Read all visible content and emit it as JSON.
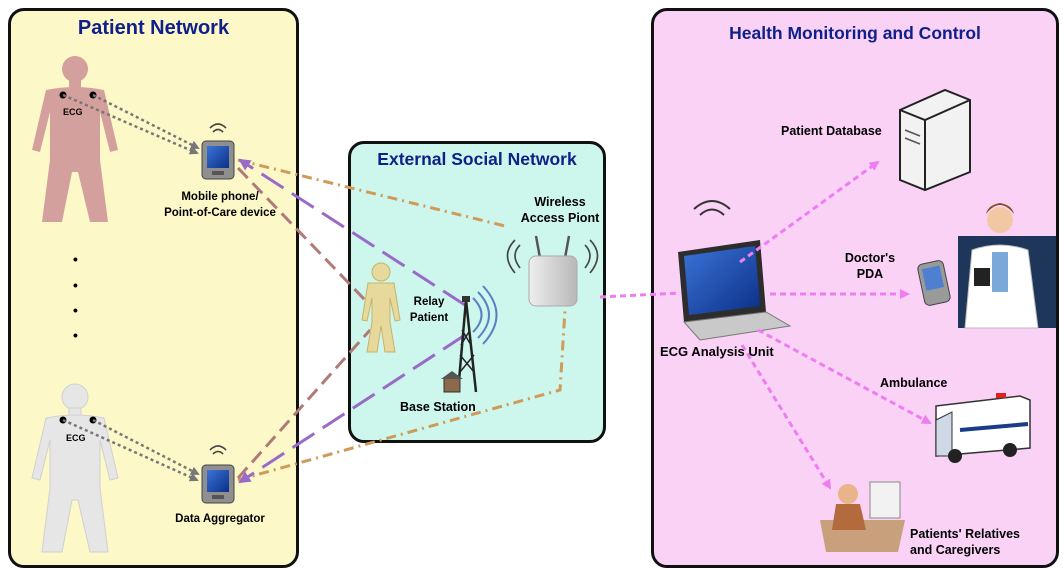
{
  "panels": {
    "patient_network": {
      "title": "Patient Network"
    },
    "external_social_network": {
      "title": "External Social Network"
    },
    "health_monitoring": {
      "title": "Health Monitoring and Control"
    }
  },
  "patient_network": {
    "ecg_label_top": "ECG",
    "ecg_label_bottom": "ECG",
    "mobile_device_line1": "Mobile phone/",
    "mobile_device_line2": "Point-of-Care device",
    "data_aggregator": "Data Aggregator",
    "ellipsis": [
      "•",
      "•",
      "•",
      "•"
    ]
  },
  "external_social_network": {
    "wireless_line1": "Wireless",
    "wireless_line2": "Access Piont",
    "relay_line1": "Relay",
    "relay_line2": "Patient",
    "base_station": "Base Station"
  },
  "health_monitoring": {
    "ecg_analysis_unit": "ECG Analysis Unit",
    "patient_database": "Patient Database",
    "doctor_line1": "Doctor's",
    "doctor_line2": "PDA",
    "ambulance": "Ambulance",
    "relatives_line1": "Patients' Relatives",
    "relatives_line2": "and Caregivers"
  },
  "colors": {
    "title_blue": "#10208a",
    "patient_panel_bg": "#fcf8c8",
    "external_panel_bg": "#cdf7ec",
    "health_panel_bg": "#f9d2f6",
    "orange_link": "#cf9a5a",
    "purple_link": "#9a6ac8",
    "brown_link": "#b07a78",
    "magenta_link": "#ee7ef0",
    "green_link": "#777777"
  }
}
